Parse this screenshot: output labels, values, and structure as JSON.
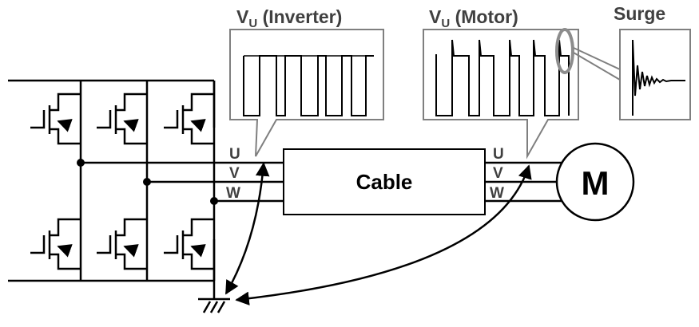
{
  "panels": {
    "inverter_title_main": "V",
    "inverter_title_sub": "U",
    "inverter_title_rest": " (Inverter)",
    "motor_title_main": "V",
    "motor_title_sub": "U",
    "motor_title_rest": " (Motor)",
    "surge_title": "Surge"
  },
  "cable": {
    "label": "Cable"
  },
  "motor": {
    "label": "M"
  },
  "phases_inverter": [
    "U",
    "V",
    "W"
  ],
  "phases_motor": [
    "U",
    "V",
    "W"
  ],
  "colors": {
    "line": "#000000",
    "panel_border": "#7f7f7f",
    "title_text": "#404040",
    "highlight_ring": "#8c8c8c"
  }
}
